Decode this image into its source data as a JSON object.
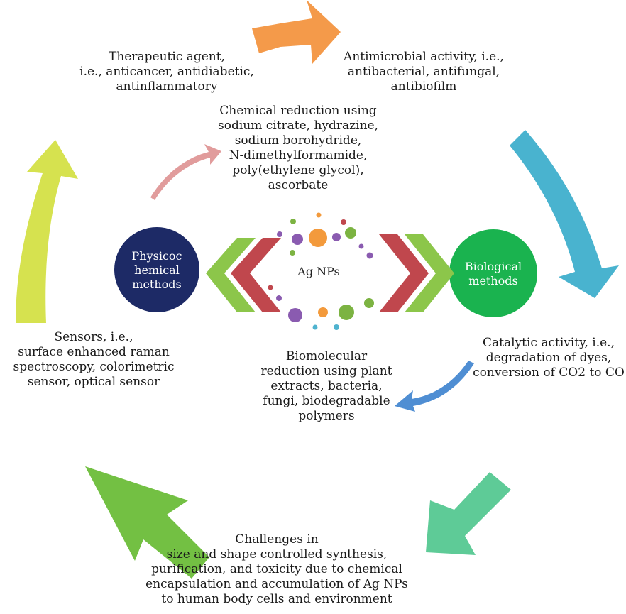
{
  "nodes": {
    "therapeutic": "Therapeutic agent,\ni.e., anticancer, antidiabetic,\nantinflammatory",
    "antimicrobial": "Antimicrobial activity, i.e.,\nantibacterial, antifungal,\nantibiofilm",
    "chemical": "Chemical reduction using\nsodium citrate, hydrazine,\nsodium borohydride,\nN-dimethylformamide,\npoly(ethylene glycol),\nascorbate",
    "physicochemical": "Physicoc\nhemical\nmethods",
    "biological": "Biological\nmethods",
    "center": "Ag NPs",
    "sensors": "Sensors, i.e.,\nsurface enhanced raman\nspectroscopy, colorimetric\nsensor, optical sensor",
    "catalytic": "Catalytic activity, i.e.,\ndegradation of dyes,\nconversion of CO2 to CO",
    "biomolecular": "Biomolecular\nreduction using plant\nextracts, bacteria,\nfungi, biodegradable\npolymers",
    "challenges": "Challenges in\nsize and shape controlled synthesis,\npurification, and toxicity due to chemical\nencapsulation and accumulation of Ag NPs\nto human body cells and environment"
  },
  "colors": {
    "orange_arrow": "#f49a4a",
    "cyan_arrow": "#49b3cf",
    "teal_arrow": "#5ecb97",
    "green_arrow": "#73c043",
    "yellowgreen_arrow": "#d6e24f",
    "pink_arrow": "#e19c9c",
    "blue_arrow": "#4f8ed3",
    "physico_circle": "#1d2a66",
    "bio_circle": "#1ab34f",
    "red_chevron": "#c0474d",
    "green_chevron": "#8cc64a",
    "dot_purple": "#8a5bb0",
    "dot_orange": "#f39a3c",
    "dot_green": "#7cb342",
    "dot_red": "#c0474d",
    "dot_cyan": "#4fb3cf"
  }
}
